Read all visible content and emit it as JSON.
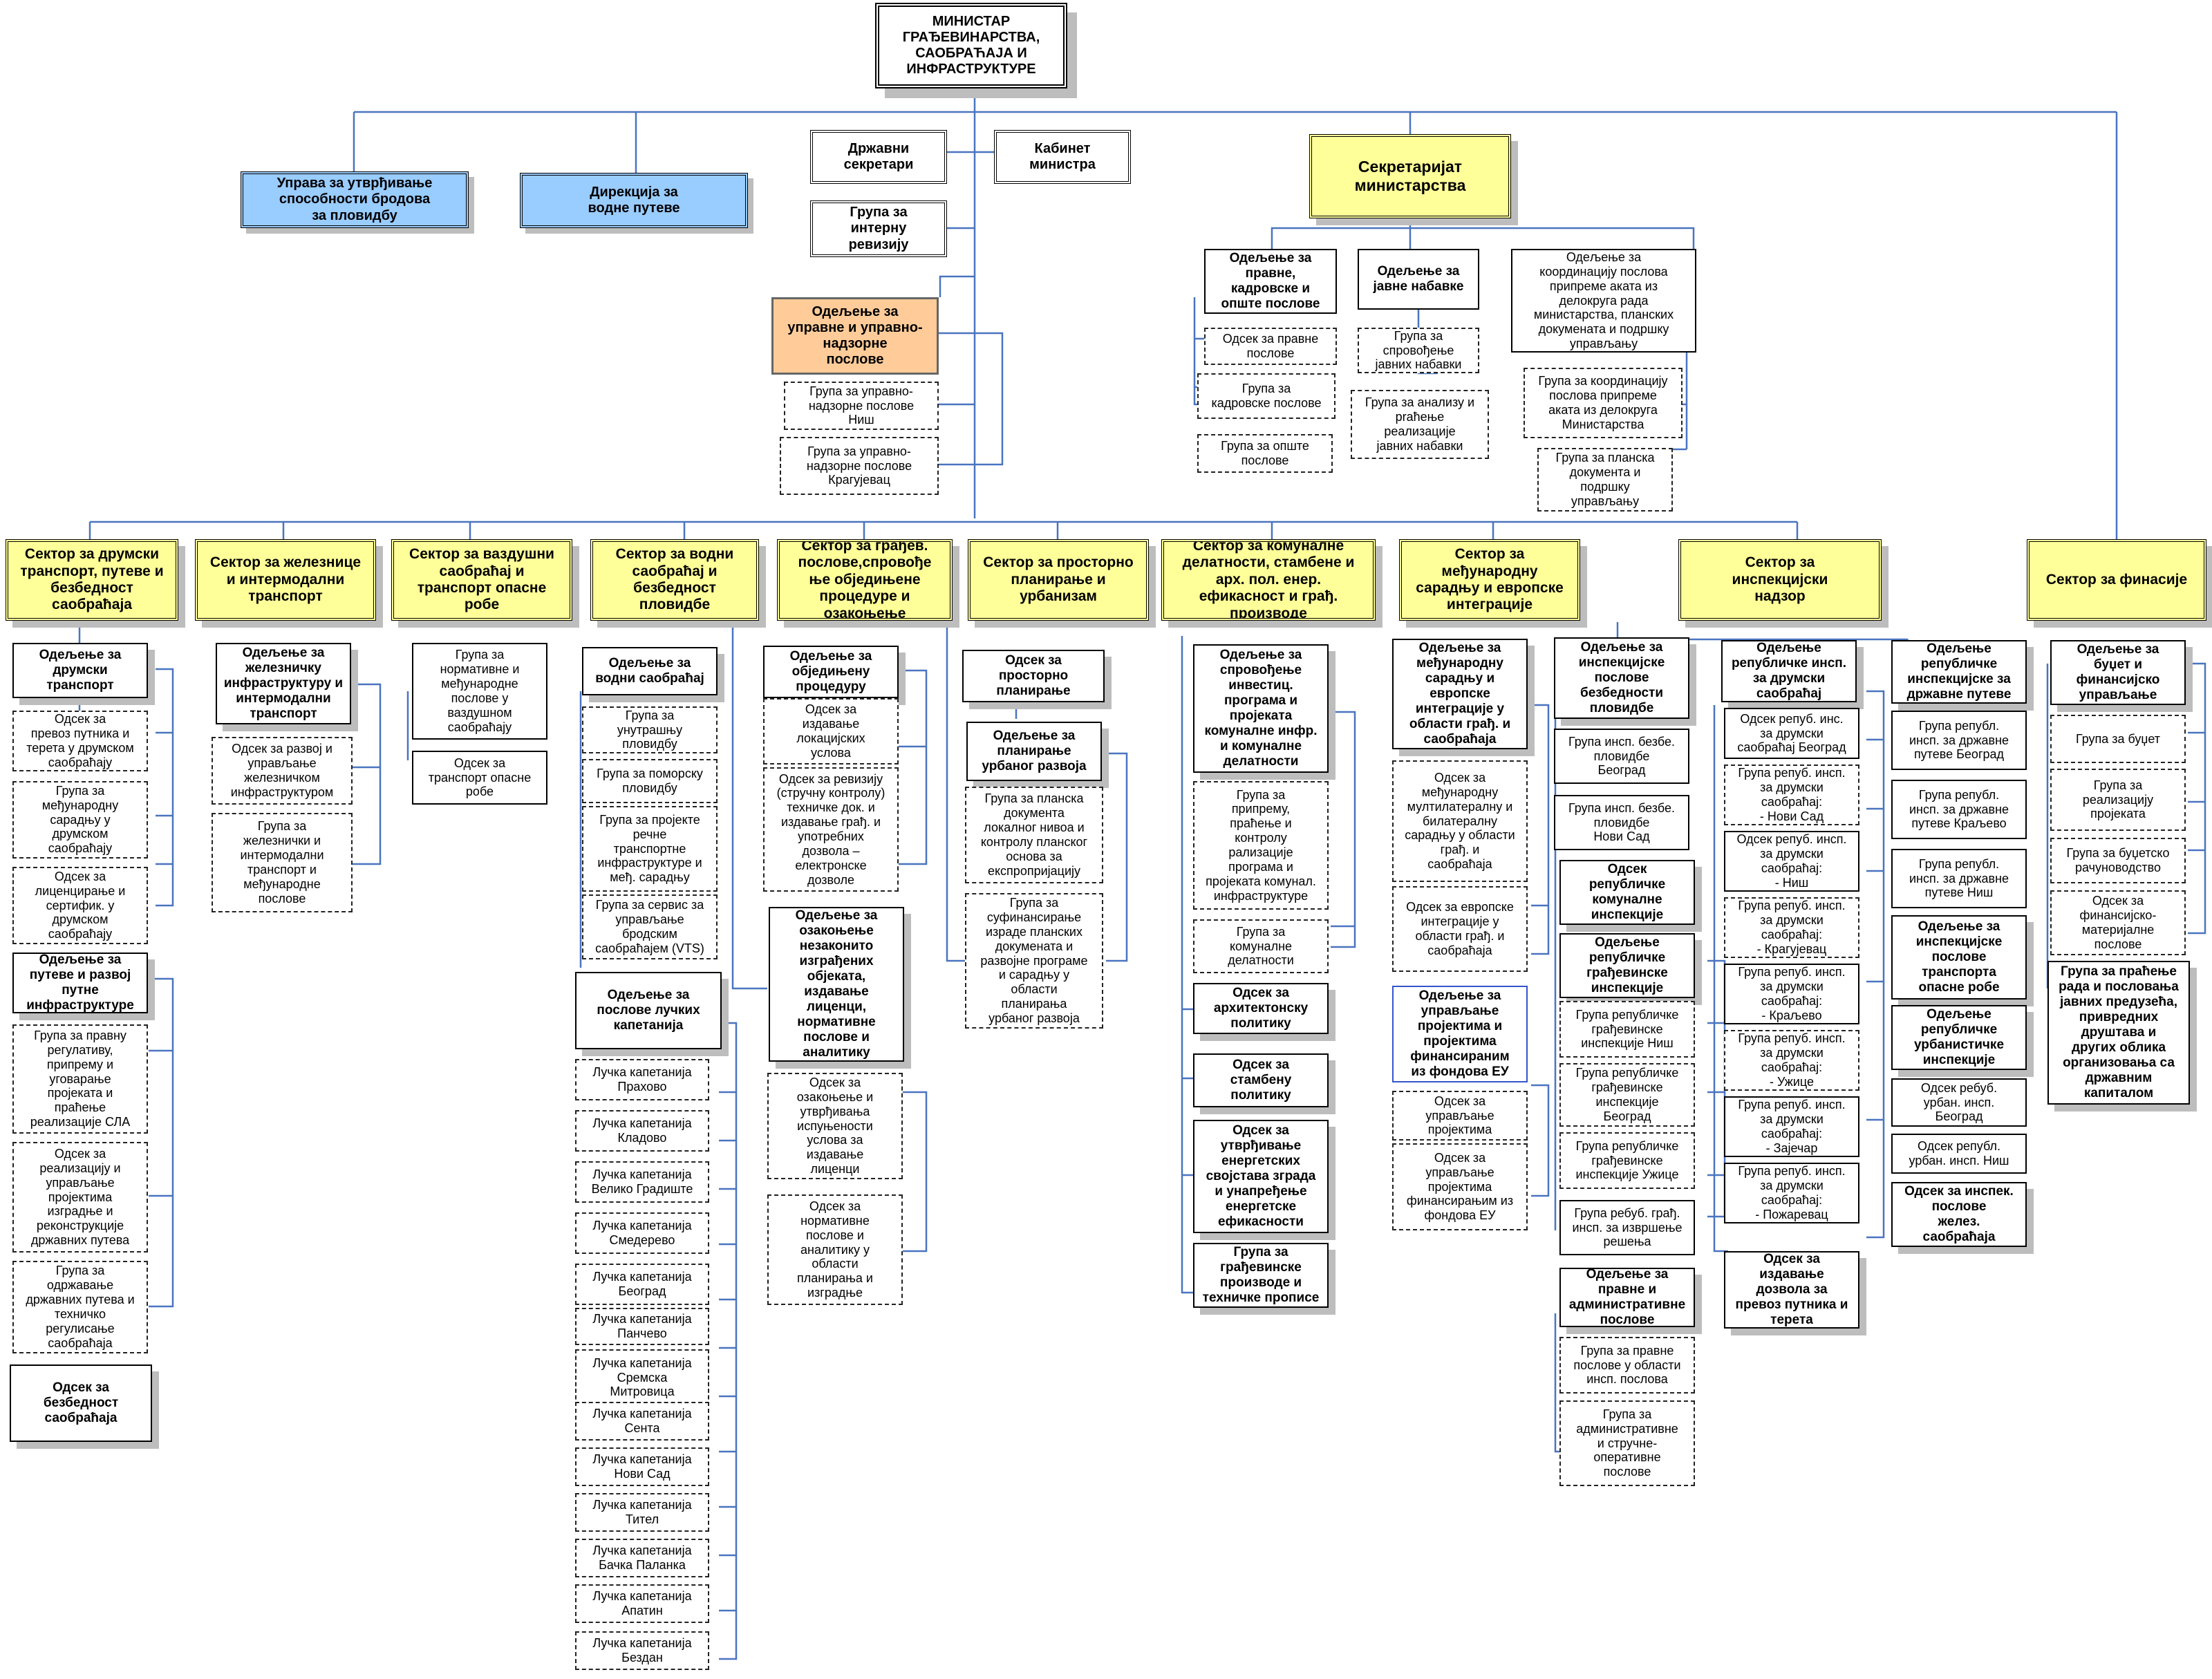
{
  "colors": {
    "line": "#4a74c0",
    "sector_fill": "#ffff99",
    "agency_fill": "#99ccff",
    "highlight_fill": "#ffcc99"
  },
  "top": {
    "minister": "МИНИСТАР\nГРАЂЕВИНАРСТВА,\nСАОБРАЋАЈА И\nИНФРАСТРУКТУРЕ",
    "uprava_brodova": "Управа за утврђивање\nспособности бродова\nза пловидбу",
    "direkcija": "Дирекција за\nводне путеве",
    "drzavni_sekretari": "Државни\nсекретари",
    "kabinet": "Кабинет\nминистра",
    "interna_revizija": "Група за\nинтерну\nревизију",
    "upravni_nadzor": "Одељење за\nуправне и управно-\nнадзорне\nпослове",
    "upravni_nis": "Група за управно-\nнадзорне послове\nНиш",
    "upravni_kg": "Група за управно-\nнадзорне послове\nКрагујевац",
    "sekretarijat": "Секретаријат\nминистарства"
  },
  "secretariat": {
    "pravne": "Одељење за\nправне,\nкадровске и\nопште послове",
    "pravne_odsek": "Одсек за правне\nпослове",
    "kadrovske": "Група за\nкадровске послове",
    "opste": "Група за опште\nпослове",
    "nabavke": "Одељење за\nјавне набавке",
    "sprovodjenje": "Група за\nспровођење\nјавних набавки",
    "analiza": "Група за анализу и\npraћење\nреализације\nјавних набавки",
    "koordinacija": "Одељење за\nкоординацију послова\nприпреме аката из\nделокруга рада\nминистарства, планских\nдокумената и подршку\nуправљању",
    "koord_grupa": "Група за координацију\nпослова припреме\nаката из делокруга\nМинистарства",
    "planska": "Група за планска\nдокумента и\nподршку\nуправљању"
  },
  "sectors": [
    {
      "name": "Сектор за друмски\nтранспорт, путеве и\nбезбедност\nсаобраћаја"
    },
    {
      "name": "Сектор за железнице\nи интермодални\nтранспорт"
    },
    {
      "name": "Сектор за ваздушни\nсаобраћај и\nтранспорт опасне\nробе"
    },
    {
      "name": "Сектор за водни\nсаобраћај и\nбезбедност\nпловидбе"
    },
    {
      "name": "Сектор за грађев.\nпослове,спровође\nње обједињене\nпроцедуре и\nозакоњење"
    },
    {
      "name": "Сектор за просторно\nпланирање и\nурбанизам"
    },
    {
      "name": "Сектор за комуналне\nделатности, стамбене и\nарх. пол. енер.\nефикасност и грађ.\nпроизводе"
    },
    {
      "name": "Сектор за\nмеђународну\nсарадњу и европске\nинтеграције"
    },
    {
      "name": "Сектор за\nинспекцијски\nнадзор"
    },
    {
      "name": "Сектор за финасије"
    }
  ],
  "c1": {
    "dept": "Одељење за\nдрумски\nтранспорт",
    "g1": "Одсек за\nпревоз путника и\nтерета у друмском\nсаобраћају",
    "g2": "Група за\nмеђународну\nсарадњу у\nдрумском\nсаобраћају",
    "g3": "Одсек за\nлиценцирање и\nсертифик. у\nдрумском\nсаобраћају",
    "dept2": "Одељење за\nпутеве и развој\nпутне\nинфраструктуре",
    "g4": "Група за правну\nрегулативу,\nприпрему и\nуговарање\nпројеката и\nпраћење\nреализације СЛА",
    "g5": "Одсек за\nреализацију и\nуправљање\nпројектима\nизградње и\nреконструкције\nдржавних путева",
    "g6": "Група за\nодржавање\nдржавних путева и\nтехничко\nрегулисање\nсаобраћаја",
    "dept3": "Одсек за\nбезбедност\nсаобраћаја"
  },
  "c2": {
    "dept": "Одељење за\nжелезничку\nинфраструктуру и\nинтермодални\nтранспорт",
    "g1": "Одсек за развој и\nуправљање\nжелезничком\nинфраструктуром",
    "g2": "Група за\nжелезнички и\nинтермодални\nтранспорт и\nмеђународне\nпослове"
  },
  "c3": {
    "g1": "Група за\nнормативне и\nмеђународне\nпослове у\nваздушном\nсаобраћају",
    "g2": "Одсек за\nтранспорт опасне\nробе"
  },
  "c4": {
    "dept": "Одељење за\nводни саобраћај",
    "g1": "Група за\nунутрашњу\nпловидбу",
    "g2": "Група за поморску\nпловидбу",
    "g3": "Група за пројекте\nречне\nтранспортне\nинфраструктуре и\nмеђ. сарадњу",
    "g4": "Група за сервис за\nуправљање\nбродским\nсаобраћајем (VTS)",
    "dept2": "Одељење за\nпослове лучких\nкапетанија",
    "ports": [
      "Лучка капетанија\nПрахово",
      "Лучка капетанија\nКладово",
      "Лучка капетанија\nВелико Градиште",
      "Лучка капетанија\nСмедерево",
      "Лучка капетанија\nБеоград",
      "Лучка капетанија\nПанчево",
      "Лучка капетанија\nСремска\nМитровица",
      "Лучка капетанија\nСента",
      "Лучка капетанија\nНови Сад",
      "Лучка капетанија\nТител",
      "Лучка капетанија\nБачка Паланка",
      "Лучка капетанија\nАпатин",
      "Лучка капетанија\nБездан"
    ]
  },
  "c5": {
    "dept": "Одељење за\nобједињену\nпроцедуру",
    "g1": "Одсек за\nиздавање\nлокацијских\nуслова",
    "g2": "Одсек за ревизију\n(стручну контролу)\nтехничке док. и\nиздавање грађ. и\nупотребних\nдозвола –\nелектронске\nдозволе",
    "dept2": "Одељење за\nозакоњење\nнезаконито\nизграђених\nобјеката,\nиздавање\nлиценци,\nнормативне\nпослове и\nаналитику",
    "g3": "Одсек за\nозакоњење и\nутврђивања\nиспуњености\nуслова за\nиздавање\nлиценци",
    "g4": "Одсек за\nнормативне\nпослове и\nаналитику у\nобласти\nпланирања и\nизградње"
  },
  "c6": {
    "dept": "Одсек за\nпросторно\nпланирање",
    "dept2": "Одељење за\nпланирање\nурбаног развоја",
    "g1": "Група за планска\nдокумента\nлокалног нивоа и\nконтролу планског\nоснова за\nекспропријацију",
    "g2": "Група за\nсуфинансирање\nизраде планских\nдокумената и\nразвојне програме\nи сарадњу у\nобласти\nпланирања\nурбаног развоја"
  },
  "c7": {
    "dept": "Одељење за\nспровођење\nинвестиц.\nпрограма и\nпројеката\nкомуналне инфр.\nи комуналне\nделатности",
    "g1": "Група за\nприпрему,\nпраћење и\nконтролу\nрализације\nпрограма и\nпројеката комунал.\nинфраструктуре",
    "g2": "Група за\nкомуналне\nделатности",
    "d2": "Одсек за\nархитектонску\nполитику",
    "d3": "Одсек за\nстамбену\nполитику",
    "d4": "Одсек за\nутврђивање\nенергетских\nсвојстава зграда\nи унапређење\nенергетске\nефикасности",
    "d5": "Група за\nграђевинске\nпроизводе и\nтехничке прописе"
  },
  "c8": {
    "dept": "Одељење за\nмеђународну\nсарадњу и\nевропске\nинтеграције у\nобласти грађ. и\nсаобраћаја",
    "g1": "Одсек за\nмеђународну\nмултилатералну и\nбилатералну\nсарадњу у области\nграђ. и\nсаобраћаја",
    "g2": "Одсек за европске\nинтеграције у\nобласти грађ. и\nсаобраћаја",
    "dept2": "Одељење за\nуправљање\nпројектима и\nпројектима\nфинансираним\nиз фондова ЕУ",
    "g3": "Одсек за\nуправљање\nпројектима",
    "g4": "Одсек за\nуправљање\nпројектима\nфинансирањим из\nфондова ЕУ"
  },
  "c9a": {
    "dept": "Одељење за\nинспекцијске\nпослове\nбезбедности\nпловидбе",
    "g1": "Група инсп. безбе.\nпловидбе\nБеоград",
    "g2": "Група инсп. безбе.\nпловидбе\nНови Сад",
    "d2": "Одсек\nрепубличке\nкомуналне\nинспекције",
    "d3": "Одељење\nрепубличке\nграђевинске\nинспекције",
    "g3": "Група републичке\nграђевинске\nинспекције Ниш",
    "g4": "Група републичке\nграђевинске\nинспекције\nБеоград",
    "g5": "Група републичке\nграђевинске\nинспекције Ужице",
    "g6": "Група ребуб. грађ.\nинсп. за извршење\nрешења",
    "d4": "Одељење за\nправне и\nадминистративне\nпослове",
    "g7": "Група за правне\nпослове у области\nинсп. послова",
    "g8": "Група за\nадминистративне\nи стручне-\nоперативне\nпослове"
  },
  "c9b": {
    "dept": "Одељење\nрепубличке инсп.\nза друмски\nсаобраћај",
    "items": [
      "Одсек репуб. инс.\nза друмски\nсаобраћај Београд",
      "Група репуб. инсп.\nза друмски\nсаобраћај:\n- Нови Сад",
      "Одсек репуб. инсп.\nза друмски\nсаобраћај:\n- Ниш",
      "Група репуб. инсп.\nза друмски\nсаобраћај:\n- Крагујевац",
      "Група репуб. инсп.\nза друмски\nсаобраћај:\n- Краљево",
      "Група репуб. инсп.\nза друмски\nсаобраћај:\n- Ужице",
      "Група репуб. инсп.\nза друмски\nсаобраћај:\n- Зајечар",
      "Група репуб. инсп.\nза друмски\nсаобраћај:\n- Пожаревац"
    ],
    "last": "Одсек за\nиздавање\nдозвола за\nпревоз путника и\nтерета"
  },
  "c9c": {
    "dept": "Одељење\nрепубличке\nинспекцијске за\nдржавне путеве",
    "g1": "Група републ.\nинсп. за државне\nпутеве Београд",
    "g2": "Група републ.\nинсп. за државне\nпутеве Краљево",
    "g3": "Група републ.\nинсп. за државне\nпутеве Ниш",
    "d2": "Одељење за\nинспекцијске\nпослове\nтранспорта\nопасне робе",
    "d3": "Одељење\nрепубличке\nурбанистичке\nинспекције",
    "g4": "Одсек ребуб.\nурбан. инсп.\nБеоград",
    "g5": "Одсек републ.\nурбан. инсп. Ниш",
    "d4": "Одсек за инспек.\nпослове\nжелез.\nсаобраћаја"
  },
  "c10": {
    "dept": "Одељење за\nбуџет и\nфинансијско\nуправљање",
    "g1": "Група за буџет",
    "g2": "Група за\nреализацију\nпројеката",
    "g3": "Група за буџетско\nрачуноводство",
    "g4": "Одсек за\nфинансијско-\nматеријалне\nпослове",
    "d2": "Група за праћење\nрада и пословања\nјавних предузећа,\nпривредних\nдруштава и\nдругих облика\nорганизовања са\nдржавним\nкапиталом"
  }
}
